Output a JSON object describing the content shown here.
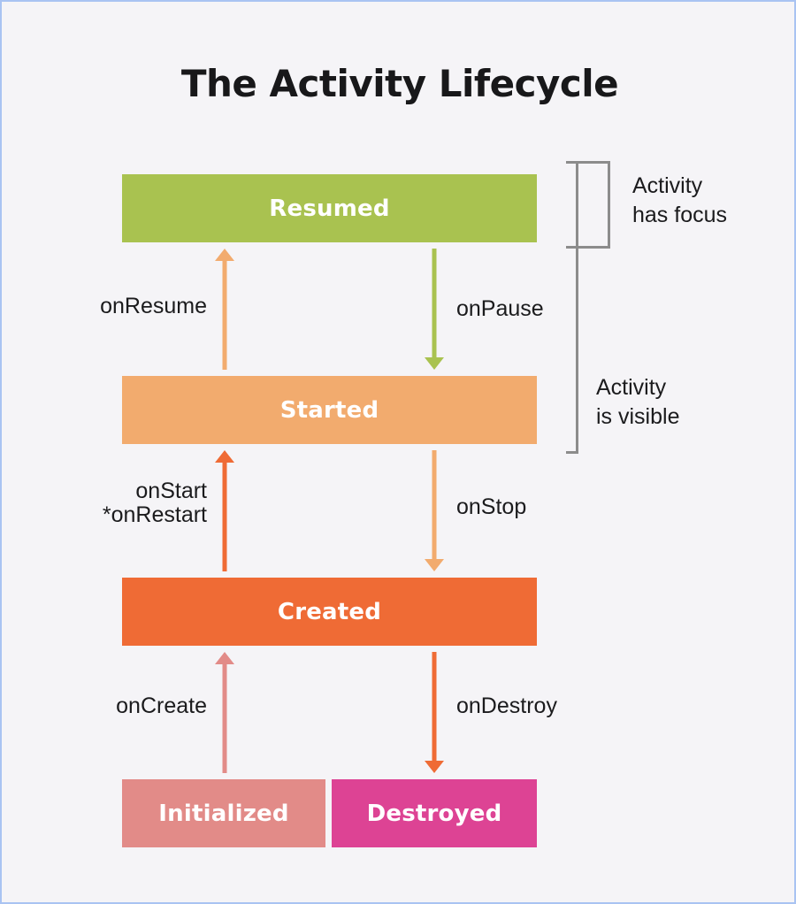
{
  "title": "The Activity Lifecycle",
  "colors": {
    "background": "#f5f4f7",
    "page_border": "#a9c3f2",
    "resumed": "#a9c250",
    "started": "#f2ab6e",
    "created": "#ef6b35",
    "initialized": "#e28b88",
    "destroyed": "#dd4394",
    "bracket": "#8c8c8c",
    "label_text": "#1b1b1d",
    "box_text": "#ffffff"
  },
  "states": {
    "resumed": "Resumed",
    "started": "Started",
    "created": "Created",
    "initialized": "Initialized",
    "destroyed": "Destroyed"
  },
  "transitions": {
    "on_resume": "onResume",
    "on_pause": "onPause",
    "on_start": "onStart\n*onRestart",
    "on_stop": "onStop",
    "on_create": "onCreate",
    "on_destroy": "onDestroy"
  },
  "annotations": {
    "has_focus": "Activity\nhas focus",
    "is_visible": "Activity\nis visible"
  },
  "diagram_data": {
    "type": "state-machine",
    "nodes": [
      {
        "id": "resumed",
        "label": "Resumed",
        "color": "#a9c250",
        "row": 1
      },
      {
        "id": "started",
        "label": "Started",
        "color": "#f2ab6e",
        "row": 2
      },
      {
        "id": "created",
        "label": "Created",
        "color": "#ef6b35",
        "row": 3
      },
      {
        "id": "initialized",
        "label": "Initialized",
        "color": "#e28b88",
        "row": 4
      },
      {
        "id": "destroyed",
        "label": "Destroyed",
        "color": "#dd4394",
        "row": 4
      }
    ],
    "edges": [
      {
        "from": "started",
        "to": "resumed",
        "label": "onResume",
        "color": "#f2ab6e",
        "direction": "up"
      },
      {
        "from": "resumed",
        "to": "started",
        "label": "onPause",
        "color": "#a9c250",
        "direction": "down"
      },
      {
        "from": "created",
        "to": "started",
        "label": "onStart\n*onRestart",
        "color": "#ef6b35",
        "direction": "up"
      },
      {
        "from": "started",
        "to": "created",
        "label": "onStop",
        "color": "#f2ab6e",
        "direction": "down"
      },
      {
        "from": "initialized",
        "to": "created",
        "label": "onCreate",
        "color": "#e28b88",
        "direction": "up"
      },
      {
        "from": "created",
        "to": "destroyed",
        "label": "onDestroy",
        "color": "#ef6b35",
        "direction": "down"
      }
    ],
    "groupings": [
      {
        "label": "Activity\nhas focus",
        "covers": [
          "resumed"
        ]
      },
      {
        "label": "Activity\nis visible",
        "covers": [
          "resumed",
          "started"
        ]
      }
    ]
  }
}
